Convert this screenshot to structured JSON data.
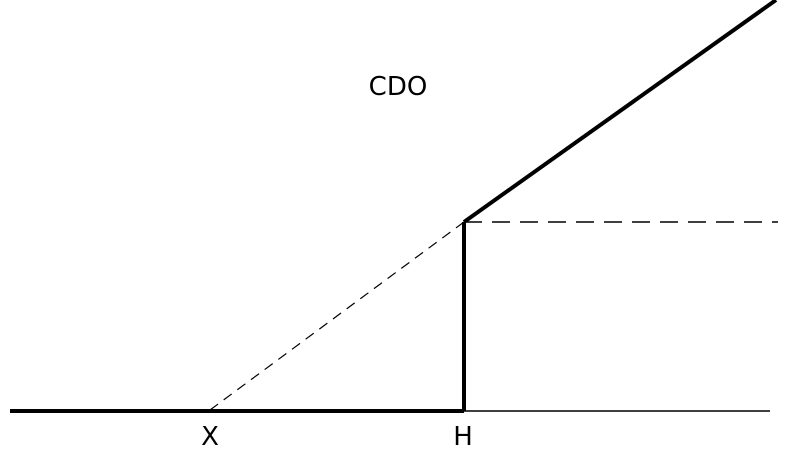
{
  "diagram": {
    "title": "CDO",
    "labels": {
      "x_marker": "X",
      "h_marker": "H"
    },
    "colors": {
      "background": "#ffffff",
      "line": "#000000"
    }
  }
}
